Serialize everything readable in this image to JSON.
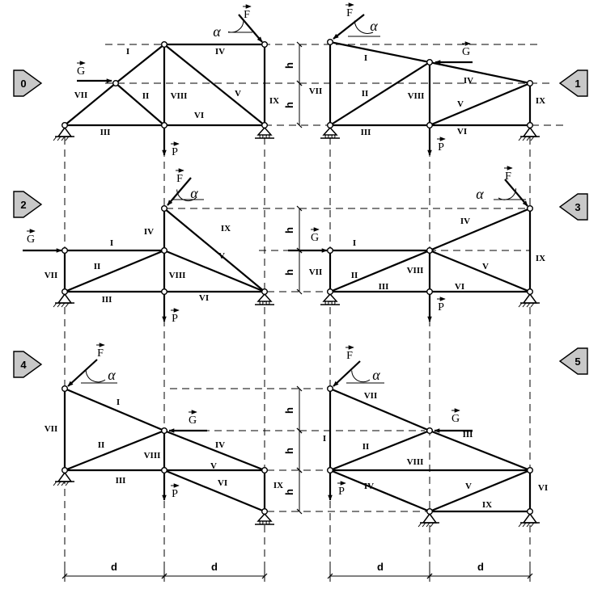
{
  "labels": {
    "force_F": "F",
    "force_G": "G",
    "force_P": "P",
    "angle": "α",
    "dim_d": "d",
    "dim_h": "h"
  },
  "schemes": [
    {
      "id": "0",
      "badge": "0",
      "badge_dir": "right",
      "members": [
        "I",
        "II",
        "III",
        "IV",
        "V",
        "VI",
        "VII",
        "VIII",
        "IX"
      ]
    },
    {
      "id": "1",
      "badge": "1",
      "badge_dir": "left",
      "members": [
        "I",
        "II",
        "III",
        "IV",
        "V",
        "VI",
        "VII",
        "VIII",
        "IX"
      ]
    },
    {
      "id": "2",
      "badge": "2",
      "badge_dir": "right",
      "members": [
        "I",
        "II",
        "III",
        "IV",
        "V",
        "VI",
        "VII",
        "VIII",
        "IX"
      ]
    },
    {
      "id": "3",
      "badge": "3",
      "badge_dir": "left",
      "members": [
        "I",
        "II",
        "III",
        "IV",
        "V",
        "VI",
        "VII",
        "VIII",
        "IX"
      ]
    },
    {
      "id": "4",
      "badge": "4",
      "badge_dir": "right",
      "members": [
        "I",
        "II",
        "III",
        "IV",
        "V",
        "VI",
        "VII",
        "VIII",
        "IX"
      ]
    },
    {
      "id": "5",
      "badge": "5",
      "badge_dir": "left",
      "members": [
        "I",
        "II",
        "III",
        "IV",
        "V",
        "VI",
        "VII",
        "VIII",
        "IX"
      ]
    }
  ]
}
